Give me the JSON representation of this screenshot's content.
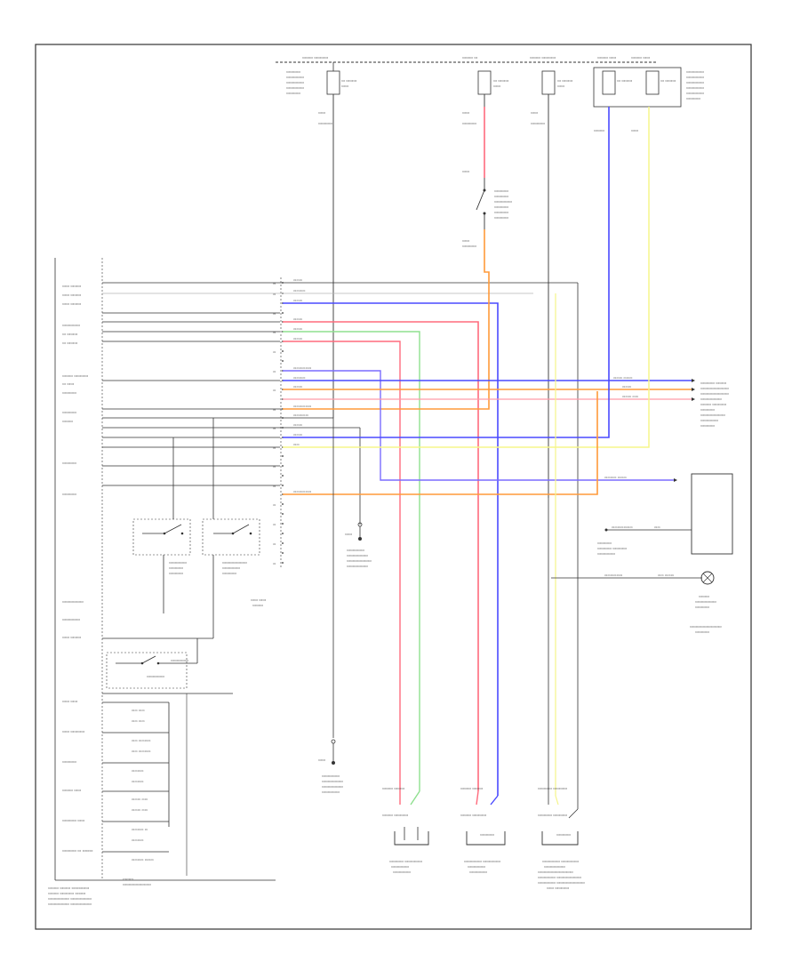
{
  "diagram": {
    "footer_code": "",
    "colors": {
      "wire": "#333333",
      "red": "#ff6b7d",
      "pink": "#ff9aa8",
      "green": "#8fe08f",
      "blue": "#4a4aff",
      "violet": "#7a6cff",
      "orange": "#ff9a3a",
      "yellow": "#f5f58a",
      "gray": "#b5b5b5"
    },
    "fuse_boxes": [
      {
        "id": "fuse-box-1"
      },
      {
        "id": "fuse-box-2"
      },
      {
        "id": "fuse-box-3"
      },
      {
        "id": "fuse-box-4"
      }
    ],
    "components": [
      {
        "id": "control-unit-left"
      },
      {
        "id": "ecu-connector-block"
      },
      {
        "id": "relay-switch-left"
      },
      {
        "id": "relay-switch-right"
      },
      {
        "id": "ground-mid"
      },
      {
        "id": "ground-lower"
      },
      {
        "id": "sensor-left"
      },
      {
        "id": "sensor-middle"
      },
      {
        "id": "sensor-right"
      },
      {
        "id": "meter-module-right"
      },
      {
        "id": "indicator-lamp-right"
      },
      {
        "id": "switch-bottom-left"
      }
    ]
  }
}
